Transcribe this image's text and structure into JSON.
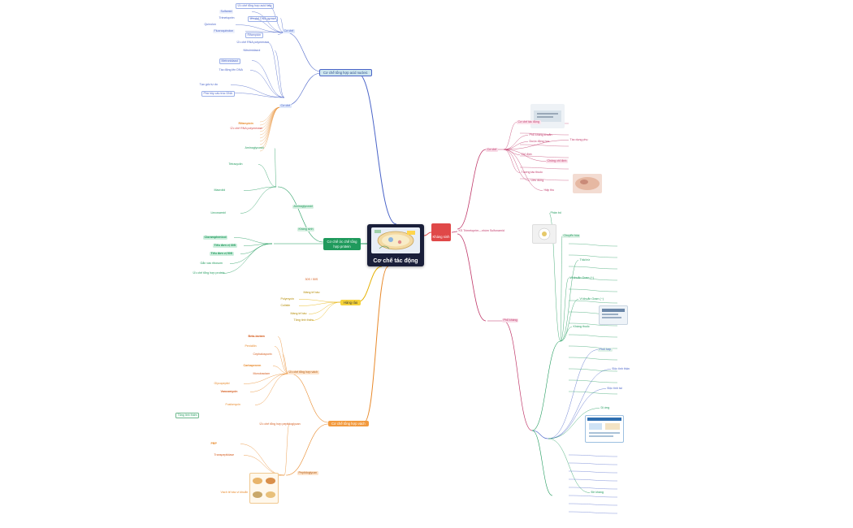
{
  "root": {
    "title": "Cơ chế tác động"
  },
  "branches": {
    "acid_nucleic": {
      "label": "Cơ chế tổng hợp acid nucleic",
      "color": "#4a64c8",
      "fill": "#cfe7ef"
    },
    "protein": {
      "label": "Cơ chế ức chế tổng hợp protein",
      "color": "#1f9a5c",
      "fill": "#1f9a5c"
    },
    "hang_rao": {
      "label": "Hàng rào",
      "color": "#e6b000",
      "fill": "#f5d23a"
    },
    "vach": {
      "label": "Cơ chế tổng hợp vách",
      "color": "#e8892a",
      "fill": "#f29a3e"
    },
    "khang_sinh": {
      "label": "Kháng sinh",
      "color": "#c0396a",
      "fill": "#e04848"
    },
    "right_main": {
      "label": "KS Trimetoprim—nhóm Sulfonamid",
      "color": "#c0396a"
    }
  },
  "labels": {
    "upper_left": [
      "Ức chế tổng hợp acid folic",
      "Sulfamid",
      "Trimetoprim",
      "Ức chế DNA gyrase",
      "Quinolon",
      "Fluoroquinolon",
      "Rifampicin",
      "Ức chế RNA polymerase",
      "Nitroimidazol",
      "Metronidazol",
      "Tác động lên DNA",
      "Tạo gốc tự do",
      "Phá hủy cấu trúc DNA"
    ],
    "middle_left": [
      "Aminoglycosid",
      "Tetracyclin",
      "Macrolid",
      "Lincosamid",
      "Cloramphenicol",
      "Tiểu đơn vị 30S",
      "Tiểu đơn vị 50S",
      "Gắn vào ribosom",
      "Ức chế tổng hợp protein"
    ],
    "hang_rao_items": [
      "Polymyxin",
      "Colistin",
      "Màng tế bào",
      "Tăng tính thấm"
    ],
    "lower_left": [
      "Beta-lactam",
      "Penicillin",
      "Cephalosporin",
      "Carbapenem",
      "Monobactam",
      "Glycopeptid",
      "Vancomycin",
      "Fosfomycin",
      "Ức chế tổng hợp peptidoglycan",
      "PBP",
      "Transpeptidase",
      "Vách tế bào vi khuẩn"
    ],
    "right": [
      "Cơ chế tác động",
      "Phổ kháng khuẩn",
      "Dược động học",
      "Tác dụng phụ",
      "Chỉ định",
      "Chống chỉ định",
      "Tương tác thuốc",
      "Liều dùng",
      "Hấp thu",
      "Phân bố",
      "Chuyển hóa",
      "Thải trừ",
      "Vi khuẩn Gram (+)",
      "Vi khuẩn Gram (−)",
      "Kháng thuốc",
      "Phối hợp",
      "Độc tính thận",
      "Độc tính tai",
      "Dị ứng",
      "Đề kháng"
    ]
  },
  "colors": {
    "blue": "#4a64c8",
    "green": "#1f9a5c",
    "yellow": "#e6b000",
    "orange": "#e8892a",
    "pink": "#c0396a",
    "red": "#e04848"
  }
}
